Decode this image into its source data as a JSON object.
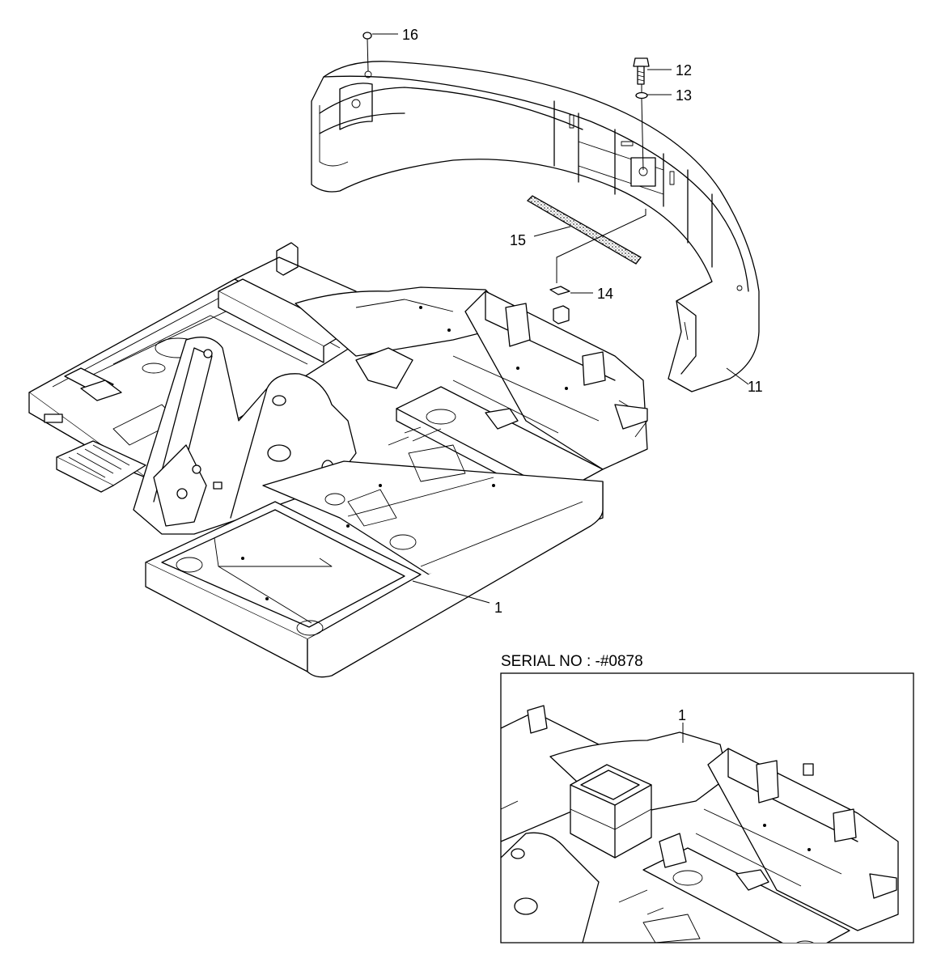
{
  "callouts": {
    "c16": "16",
    "c12": "12",
    "c13": "13",
    "c15": "15",
    "c14": "14",
    "c11": "11",
    "c1": "1"
  },
  "inset": {
    "title": "SERIAL NO : -#0878",
    "callout": "1"
  },
  "colors": {
    "ink": "#000000",
    "paper": "#ffffff"
  }
}
